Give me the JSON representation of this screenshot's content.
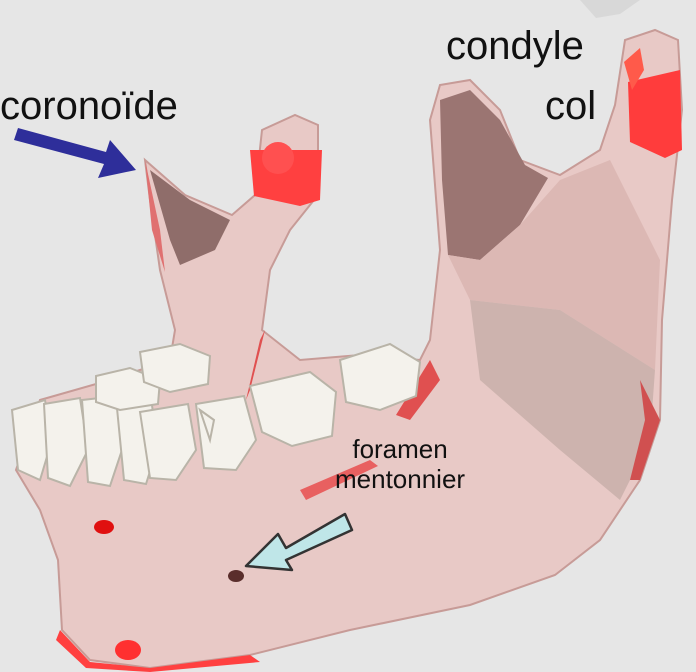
{
  "labels": {
    "condyle": "condyle",
    "col": "col",
    "coronoid": "coronoïde",
    "foramen_line1": "foramen",
    "foramen_line2": "mentonnier"
  },
  "colors": {
    "background": "#e6e6e6",
    "bone": "#e9c6c3",
    "bone_shadow": "#c8a8a4",
    "ramus_dark": "#8e6e6b",
    "muscle_red": "#ff3c3c",
    "tooth": "#f4f2ec",
    "arrow_coronoid": "#2e2e9a",
    "arrow_foramen": "#bfe6e8"
  }
}
